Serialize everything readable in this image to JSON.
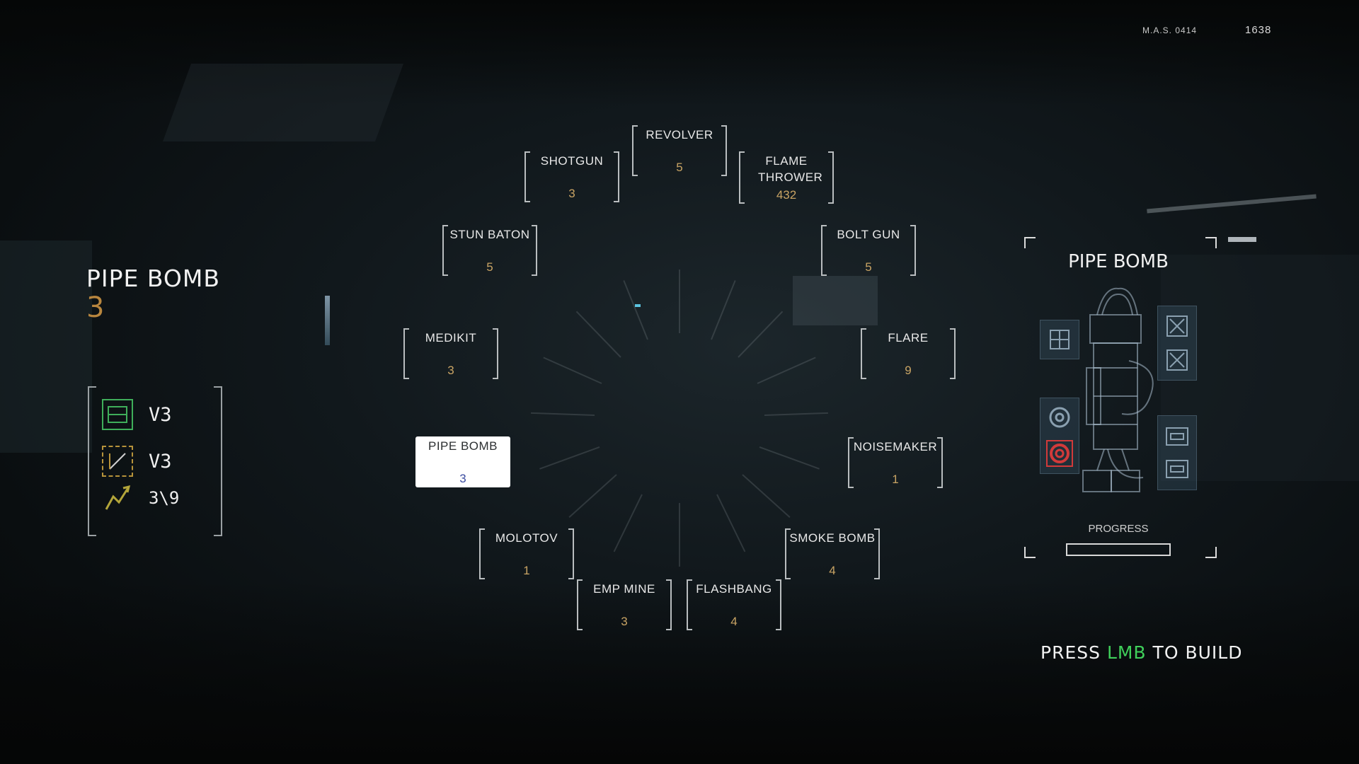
{
  "hud": {
    "code": "M.A.S. 0414",
    "number": "1638"
  },
  "selected": {
    "name": "PIPE BOMB",
    "count": "3"
  },
  "requirements": [
    {
      "icon": "green-component-icon",
      "label": "V3",
      "color": "#3fae5a"
    },
    {
      "icon": "cut-component-icon",
      "label": "V3",
      "color": "#b7933a"
    },
    {
      "icon": "lightning-component-icon",
      "label": "3\\9",
      "color": "#b3a53a"
    }
  ],
  "wheel": [
    {
      "id": "revolver",
      "name": "REVOLVER",
      "count": "5"
    },
    {
      "id": "shotgun",
      "name": "SHOTGUN",
      "count": "3"
    },
    {
      "id": "flame-thrower",
      "name": "FLAME THROWER",
      "count": "432"
    },
    {
      "id": "stun-baton",
      "name": "STUN BATON",
      "count": "5"
    },
    {
      "id": "bolt-gun",
      "name": "BOLT GUN",
      "count": "5"
    },
    {
      "id": "medikit",
      "name": "MEDIKIT",
      "count": "3"
    },
    {
      "id": "flare",
      "name": "FLARE",
      "count": "9"
    },
    {
      "id": "pipe-bomb",
      "name": "PIPE BOMB",
      "count": "3",
      "selected": true
    },
    {
      "id": "noisemaker",
      "name": "NOISEMAKER",
      "count": "1"
    },
    {
      "id": "molotov",
      "name": "MOLOTOV",
      "count": "1"
    },
    {
      "id": "smoke-bomb",
      "name": "SMOKE BOMB",
      "count": "4"
    },
    {
      "id": "emp-mine",
      "name": "EMP MINE",
      "count": "3"
    },
    {
      "id": "flashbang",
      "name": "FLASHBANG",
      "count": "4"
    }
  ],
  "build_panel": {
    "title": "PIPE BOMB",
    "progress_label": "PROGRESS",
    "progress": 0,
    "prompt_pre": "PRESS",
    "prompt_key": "LMB",
    "prompt_post": "TO BUILD",
    "key_color": "#3fcf5a",
    "alert_color": "#d23a3a"
  }
}
